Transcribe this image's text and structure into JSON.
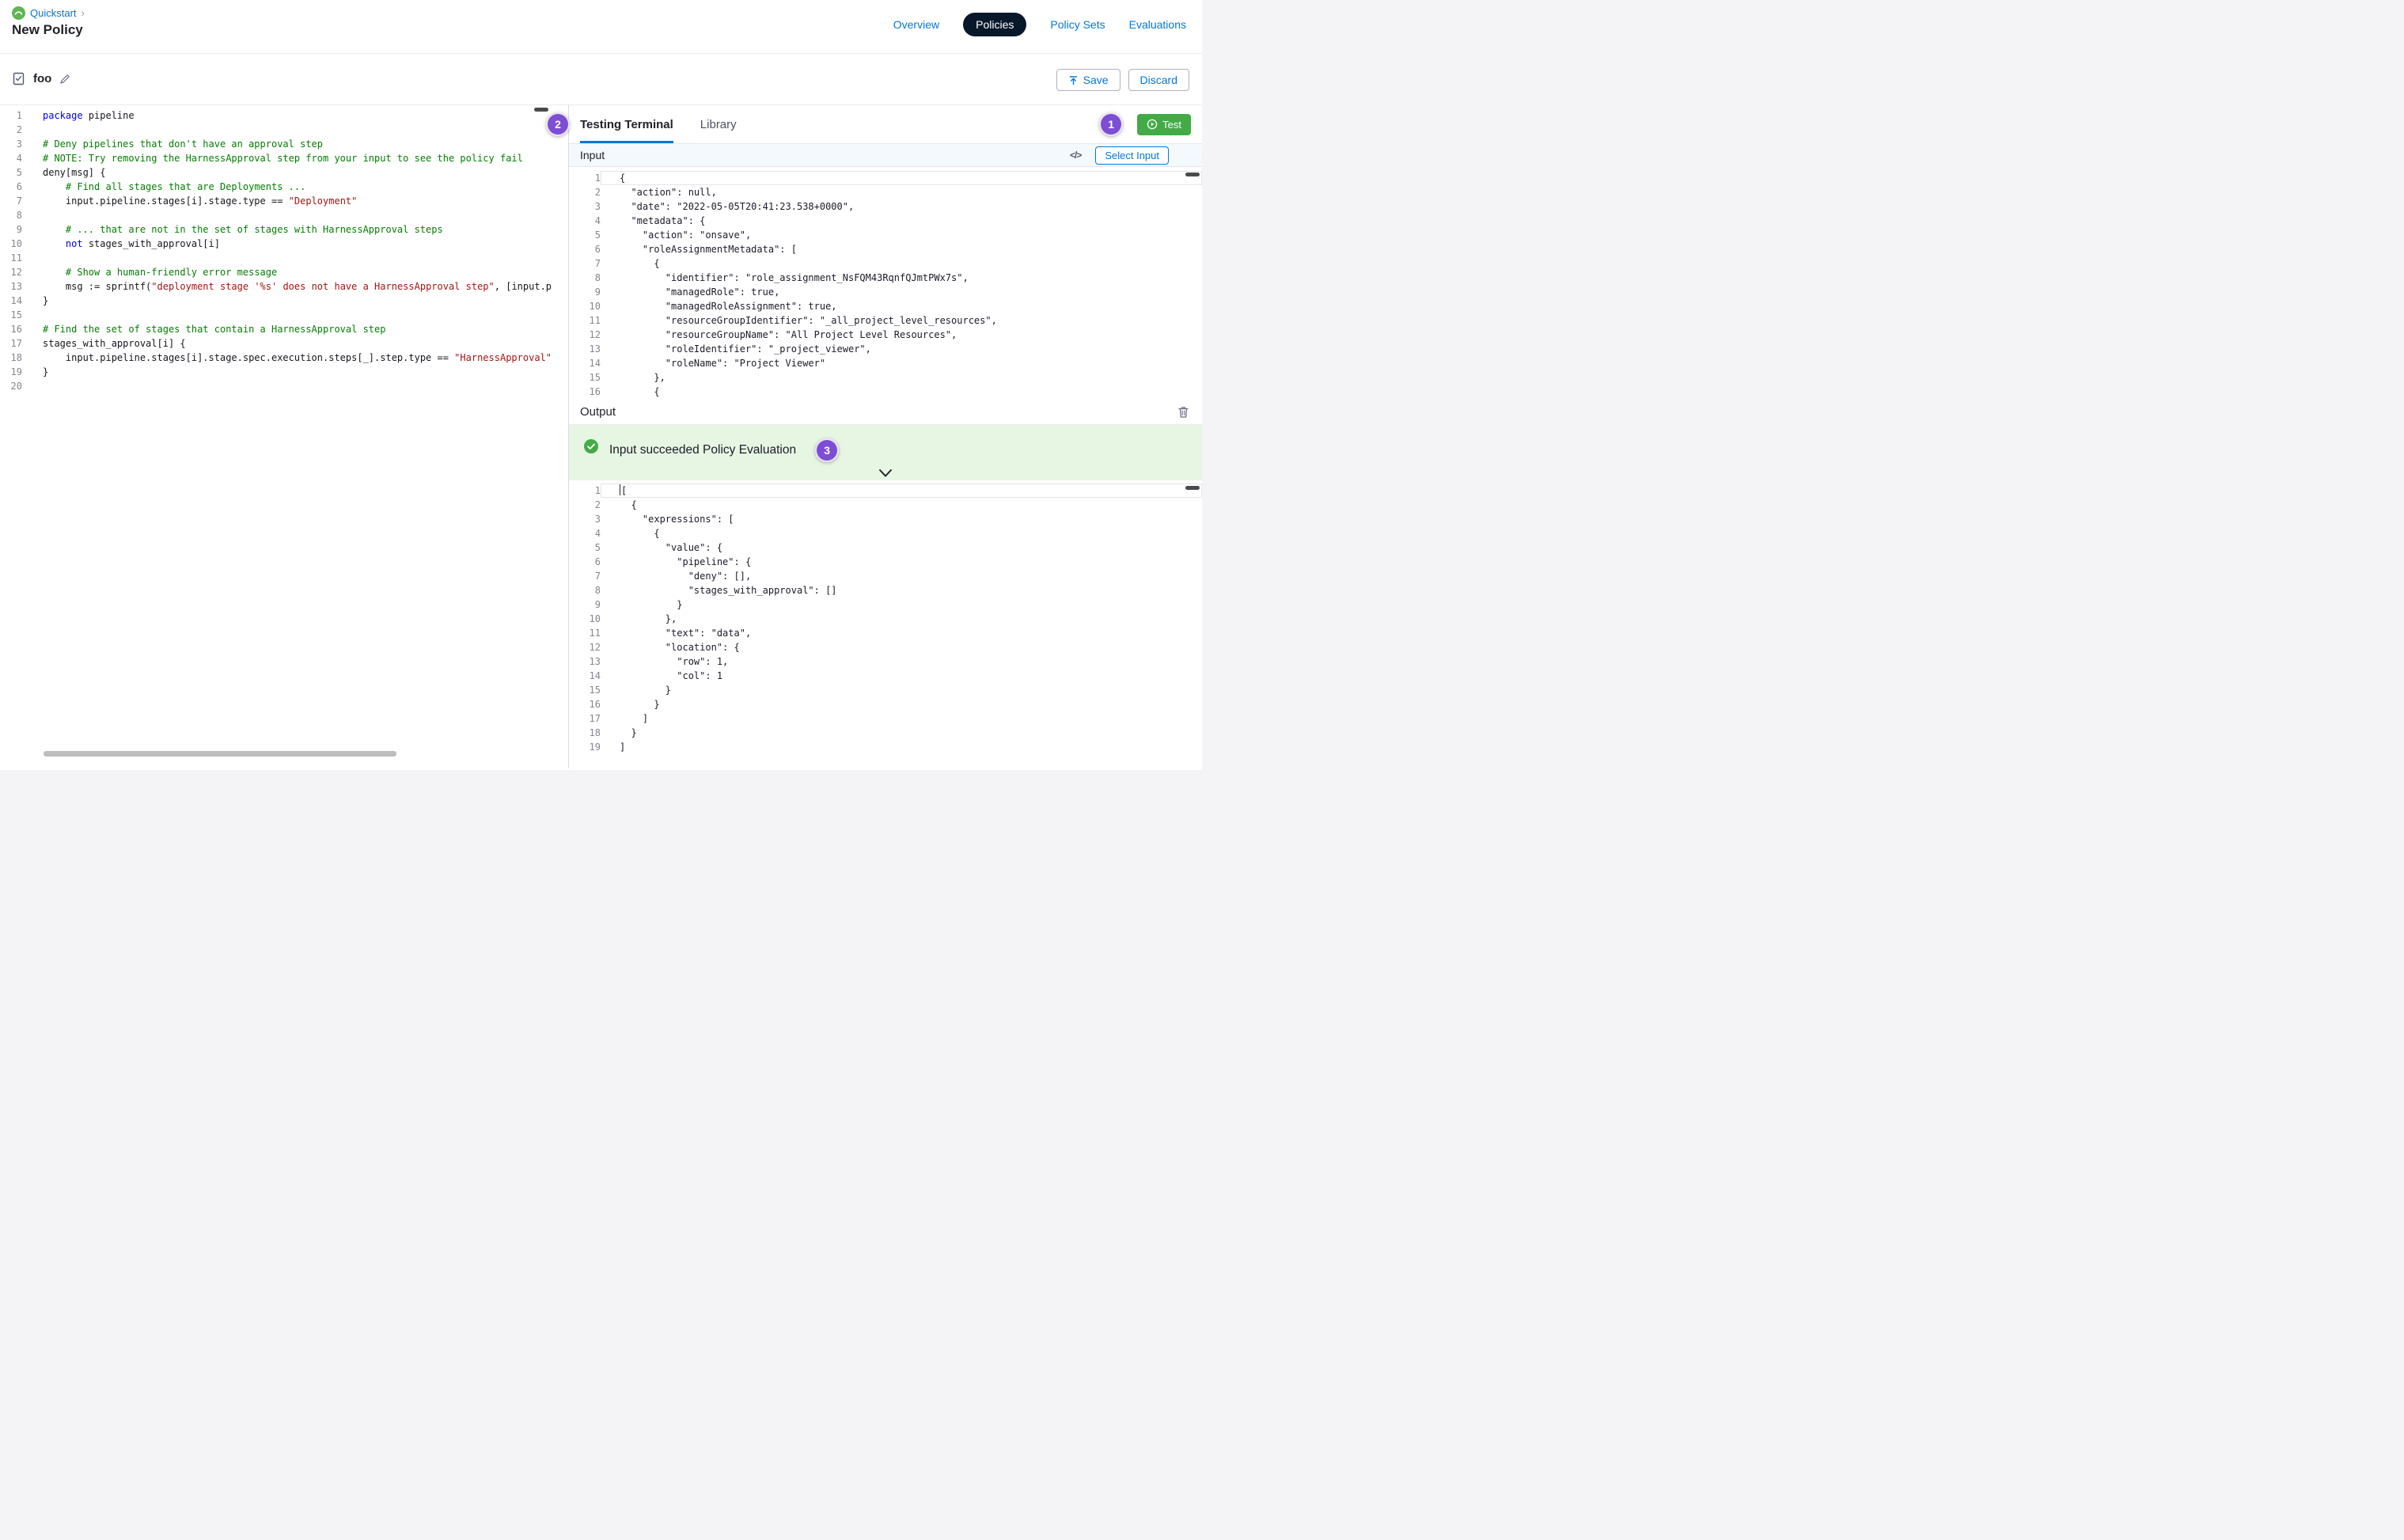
{
  "colors": {
    "accent_blue": "#0278D5",
    "nav_active_bg": "#07182B",
    "success_green": "#42AB45",
    "badge_purple": "#7D4DD3",
    "banner_bg": "#E7F6E3",
    "keyword_blue": "#0000E0",
    "comment_green": "#038003",
    "string_red": "#A31515"
  },
  "header": {
    "breadcrumb": "Quickstart",
    "breadcrumb_chevron": "›",
    "title": "New Policy",
    "nav": [
      {
        "label": "Overview"
      },
      {
        "label": "Policies"
      },
      {
        "label": "Policy Sets"
      },
      {
        "label": "Evaluations"
      }
    ]
  },
  "toolbar": {
    "policy_name": "foo",
    "save_label": "Save",
    "discard_label": "Discard"
  },
  "callouts": {
    "one": "1",
    "two": "2",
    "three": "3"
  },
  "editor": {
    "language": "rego",
    "lines": [
      [
        [
          "k",
          "package"
        ],
        [
          "p",
          " pipeline"
        ]
      ],
      [],
      [
        [
          "c",
          "# Deny pipelines that don't have an approval step"
        ]
      ],
      [
        [
          "c",
          "# NOTE: Try removing the HarnessApproval step from your input to see the policy fail"
        ]
      ],
      [
        [
          "p",
          "deny[msg] {"
        ]
      ],
      [
        [
          "p",
          "    "
        ],
        [
          "c",
          "# Find all stages that are Deployments ..."
        ]
      ],
      [
        [
          "p",
          "    input.pipeline.stages[i].stage.type == "
        ],
        [
          "s",
          "\"Deployment\""
        ]
      ],
      [],
      [
        [
          "p",
          "    "
        ],
        [
          "c",
          "# ... that are not in the set of stages with HarnessApproval steps"
        ]
      ],
      [
        [
          "p",
          "    "
        ],
        [
          "k",
          "not"
        ],
        [
          "p",
          " stages_with_approval[i]"
        ]
      ],
      [],
      [
        [
          "p",
          "    "
        ],
        [
          "c",
          "# Show a human-friendly error message"
        ]
      ],
      [
        [
          "p",
          "    msg := sprintf("
        ],
        [
          "s",
          "\"deployment stage '%s' does not have a HarnessApproval step\""
        ],
        [
          "p",
          ", [input.p"
        ]
      ],
      [
        [
          "p",
          "}"
        ]
      ],
      [],
      [
        [
          "c",
          "# Find the set of stages that contain a HarnessApproval step"
        ]
      ],
      [
        [
          "p",
          "stages_with_approval[i] {"
        ]
      ],
      [
        [
          "p",
          "    input.pipeline.stages[i].stage.spec.execution.steps[_].step.type == "
        ],
        [
          "s",
          "\"HarnessApproval\""
        ]
      ],
      [
        [
          "p",
          "}"
        ]
      ],
      []
    ]
  },
  "terminal": {
    "tabs": {
      "testing": "Testing Terminal",
      "library": "Library"
    },
    "test_label": "Test",
    "input": {
      "title": "Input",
      "code_icon": "</>",
      "select_input_label": "Select Input",
      "lines": [
        "{",
        "  \"action\": null,",
        "  \"date\": \"2022-05-05T20:41:23.538+0000\",",
        "  \"metadata\": {",
        "    \"action\": \"onsave\",",
        "    \"roleAssignmentMetadata\": [",
        "      {",
        "        \"identifier\": \"role_assignment_NsFQM43RqnfQJmtPWx7s\",",
        "        \"managedRole\": true,",
        "        \"managedRoleAssignment\": true,",
        "        \"resourceGroupIdentifier\": \"_all_project_level_resources\",",
        "        \"resourceGroupName\": \"All Project Level Resources\",",
        "        \"roleIdentifier\": \"_project_viewer\",",
        "        \"roleName\": \"Project Viewer\"",
        "      },",
        "      {"
      ]
    },
    "output": {
      "title": "Output",
      "banner_text": "Input succeeded Policy Evaluation",
      "lines": [
        "[",
        "  {",
        "    \"expressions\": [",
        "      {",
        "        \"value\": {",
        "          \"pipeline\": {",
        "            \"deny\": [],",
        "            \"stages_with_approval\": []",
        "          }",
        "        },",
        "        \"text\": \"data\",",
        "        \"location\": {",
        "          \"row\": 1,",
        "          \"col\": 1",
        "        }",
        "      }",
        "    ]",
        "  }",
        "]"
      ]
    }
  }
}
